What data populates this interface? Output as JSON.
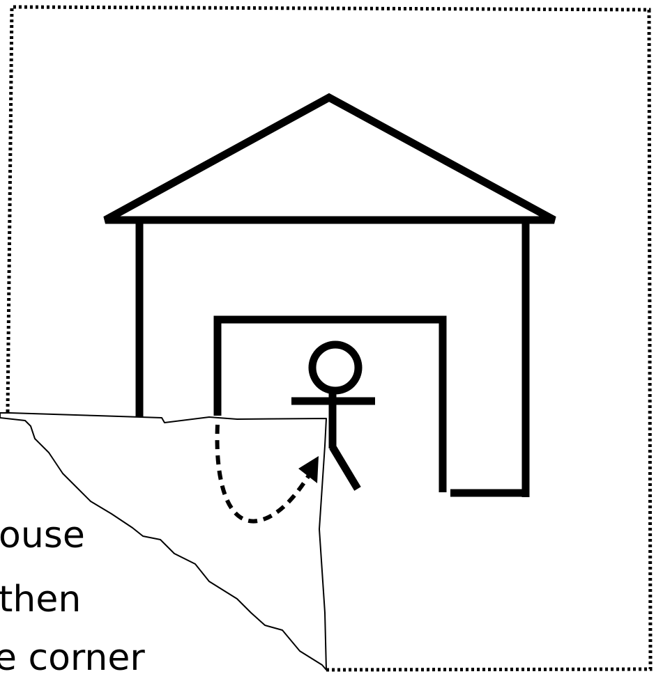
{
  "caption": {
    "lines": [
      "ouse",
      "then",
      "e corner"
    ]
  },
  "colors": {
    "ink": "#000000",
    "paper": "#ffffff"
  },
  "icons": {
    "figure": "stick-figure-icon",
    "house": "house-icon",
    "arrow": "dashed-curved-arrow-icon"
  }
}
